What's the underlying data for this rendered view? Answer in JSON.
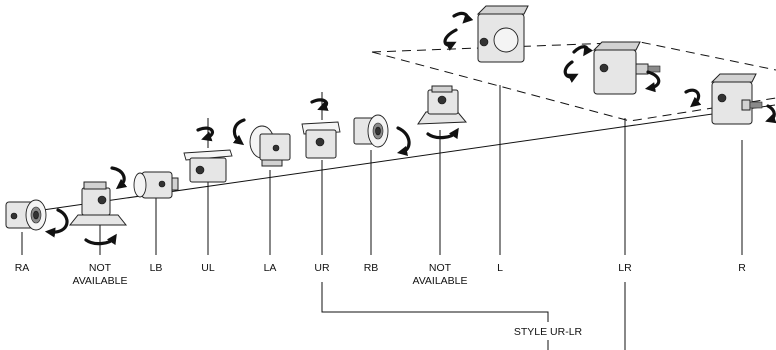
{
  "positions": [
    {
      "id": "ra",
      "label": "RA"
    },
    {
      "id": "na1",
      "label": "NOT",
      "label2": "AVAILABLE"
    },
    {
      "id": "lb",
      "label": "LB"
    },
    {
      "id": "ul",
      "label": "UL"
    },
    {
      "id": "la",
      "label": "LA"
    },
    {
      "id": "ur",
      "label": "UR"
    },
    {
      "id": "rb",
      "label": "RB"
    },
    {
      "id": "na2",
      "label": "NOT",
      "label2": "AVAILABLE"
    },
    {
      "id": "l",
      "label": "L"
    },
    {
      "id": "lr",
      "label": "LR"
    },
    {
      "id": "r",
      "label": "R"
    }
  ],
  "style_label": "STYLE UR-LR"
}
